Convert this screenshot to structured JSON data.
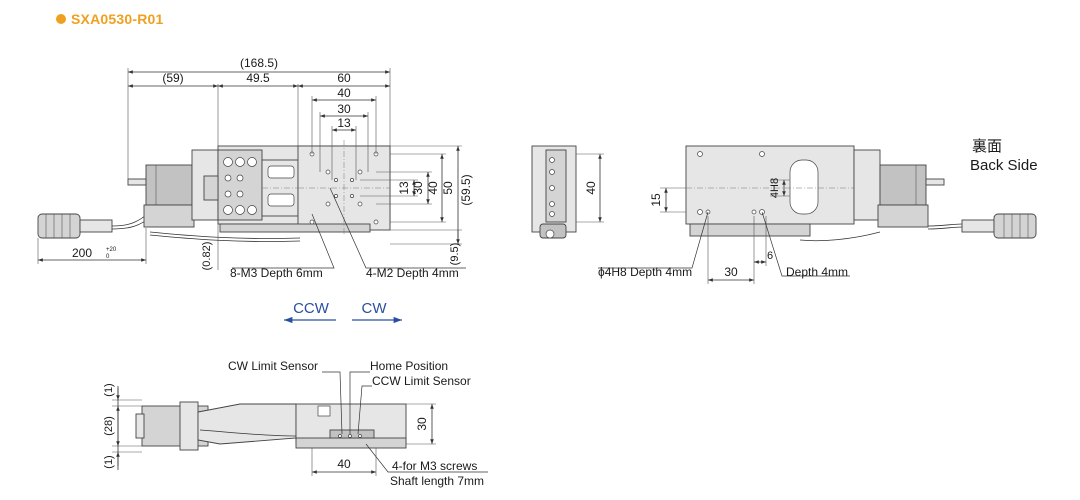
{
  "model_code": "SXA0530-R01",
  "back_side_jp": "裏面",
  "back_side_en": "Back Side",
  "top_view": {
    "dim_overall": "(168.5)",
    "dim_motor": "(59)",
    "dim_495": "49.5",
    "dim_60": "60",
    "dim_40": "40",
    "dim_30": "30",
    "dim_13": "13",
    "dim_v13": "13",
    "dim_v30": "30",
    "dim_v40": "40",
    "dim_v50": "50",
    "dim_v595": "(59.5)",
    "dim_v95": "(9.5)",
    "dim_082": "(0.82)",
    "cable_length": "200",
    "cable_tol_plus": "+20",
    "cable_tol_minus": "0",
    "label_m3": "8-M3 Depth 6mm",
    "label_m2": "4-M2 Depth 4mm",
    "ccw": "CCW",
    "cw": "CW"
  },
  "end_view": {
    "dim_40": "40"
  },
  "back_view": {
    "dim_15": "15",
    "dim_4h8": "4H8",
    "dim_6": "6",
    "dim_30": "30",
    "label_pin": "ϕ4H8 Depth 4mm",
    "label_depth": "Depth 4mm"
  },
  "side_view": {
    "dim_1_top": "(1)",
    "dim_28": "(28)",
    "dim_1_bottom": "(1)",
    "dim_30": "30",
    "dim_40": "40",
    "label_cw_limit": "CW Limit Sensor",
    "label_home": "Home Position",
    "label_ccw_limit": "CCW Limit Sensor",
    "label_screws": "4-for M3 screws",
    "label_shaft": "Shaft length 7mm"
  }
}
